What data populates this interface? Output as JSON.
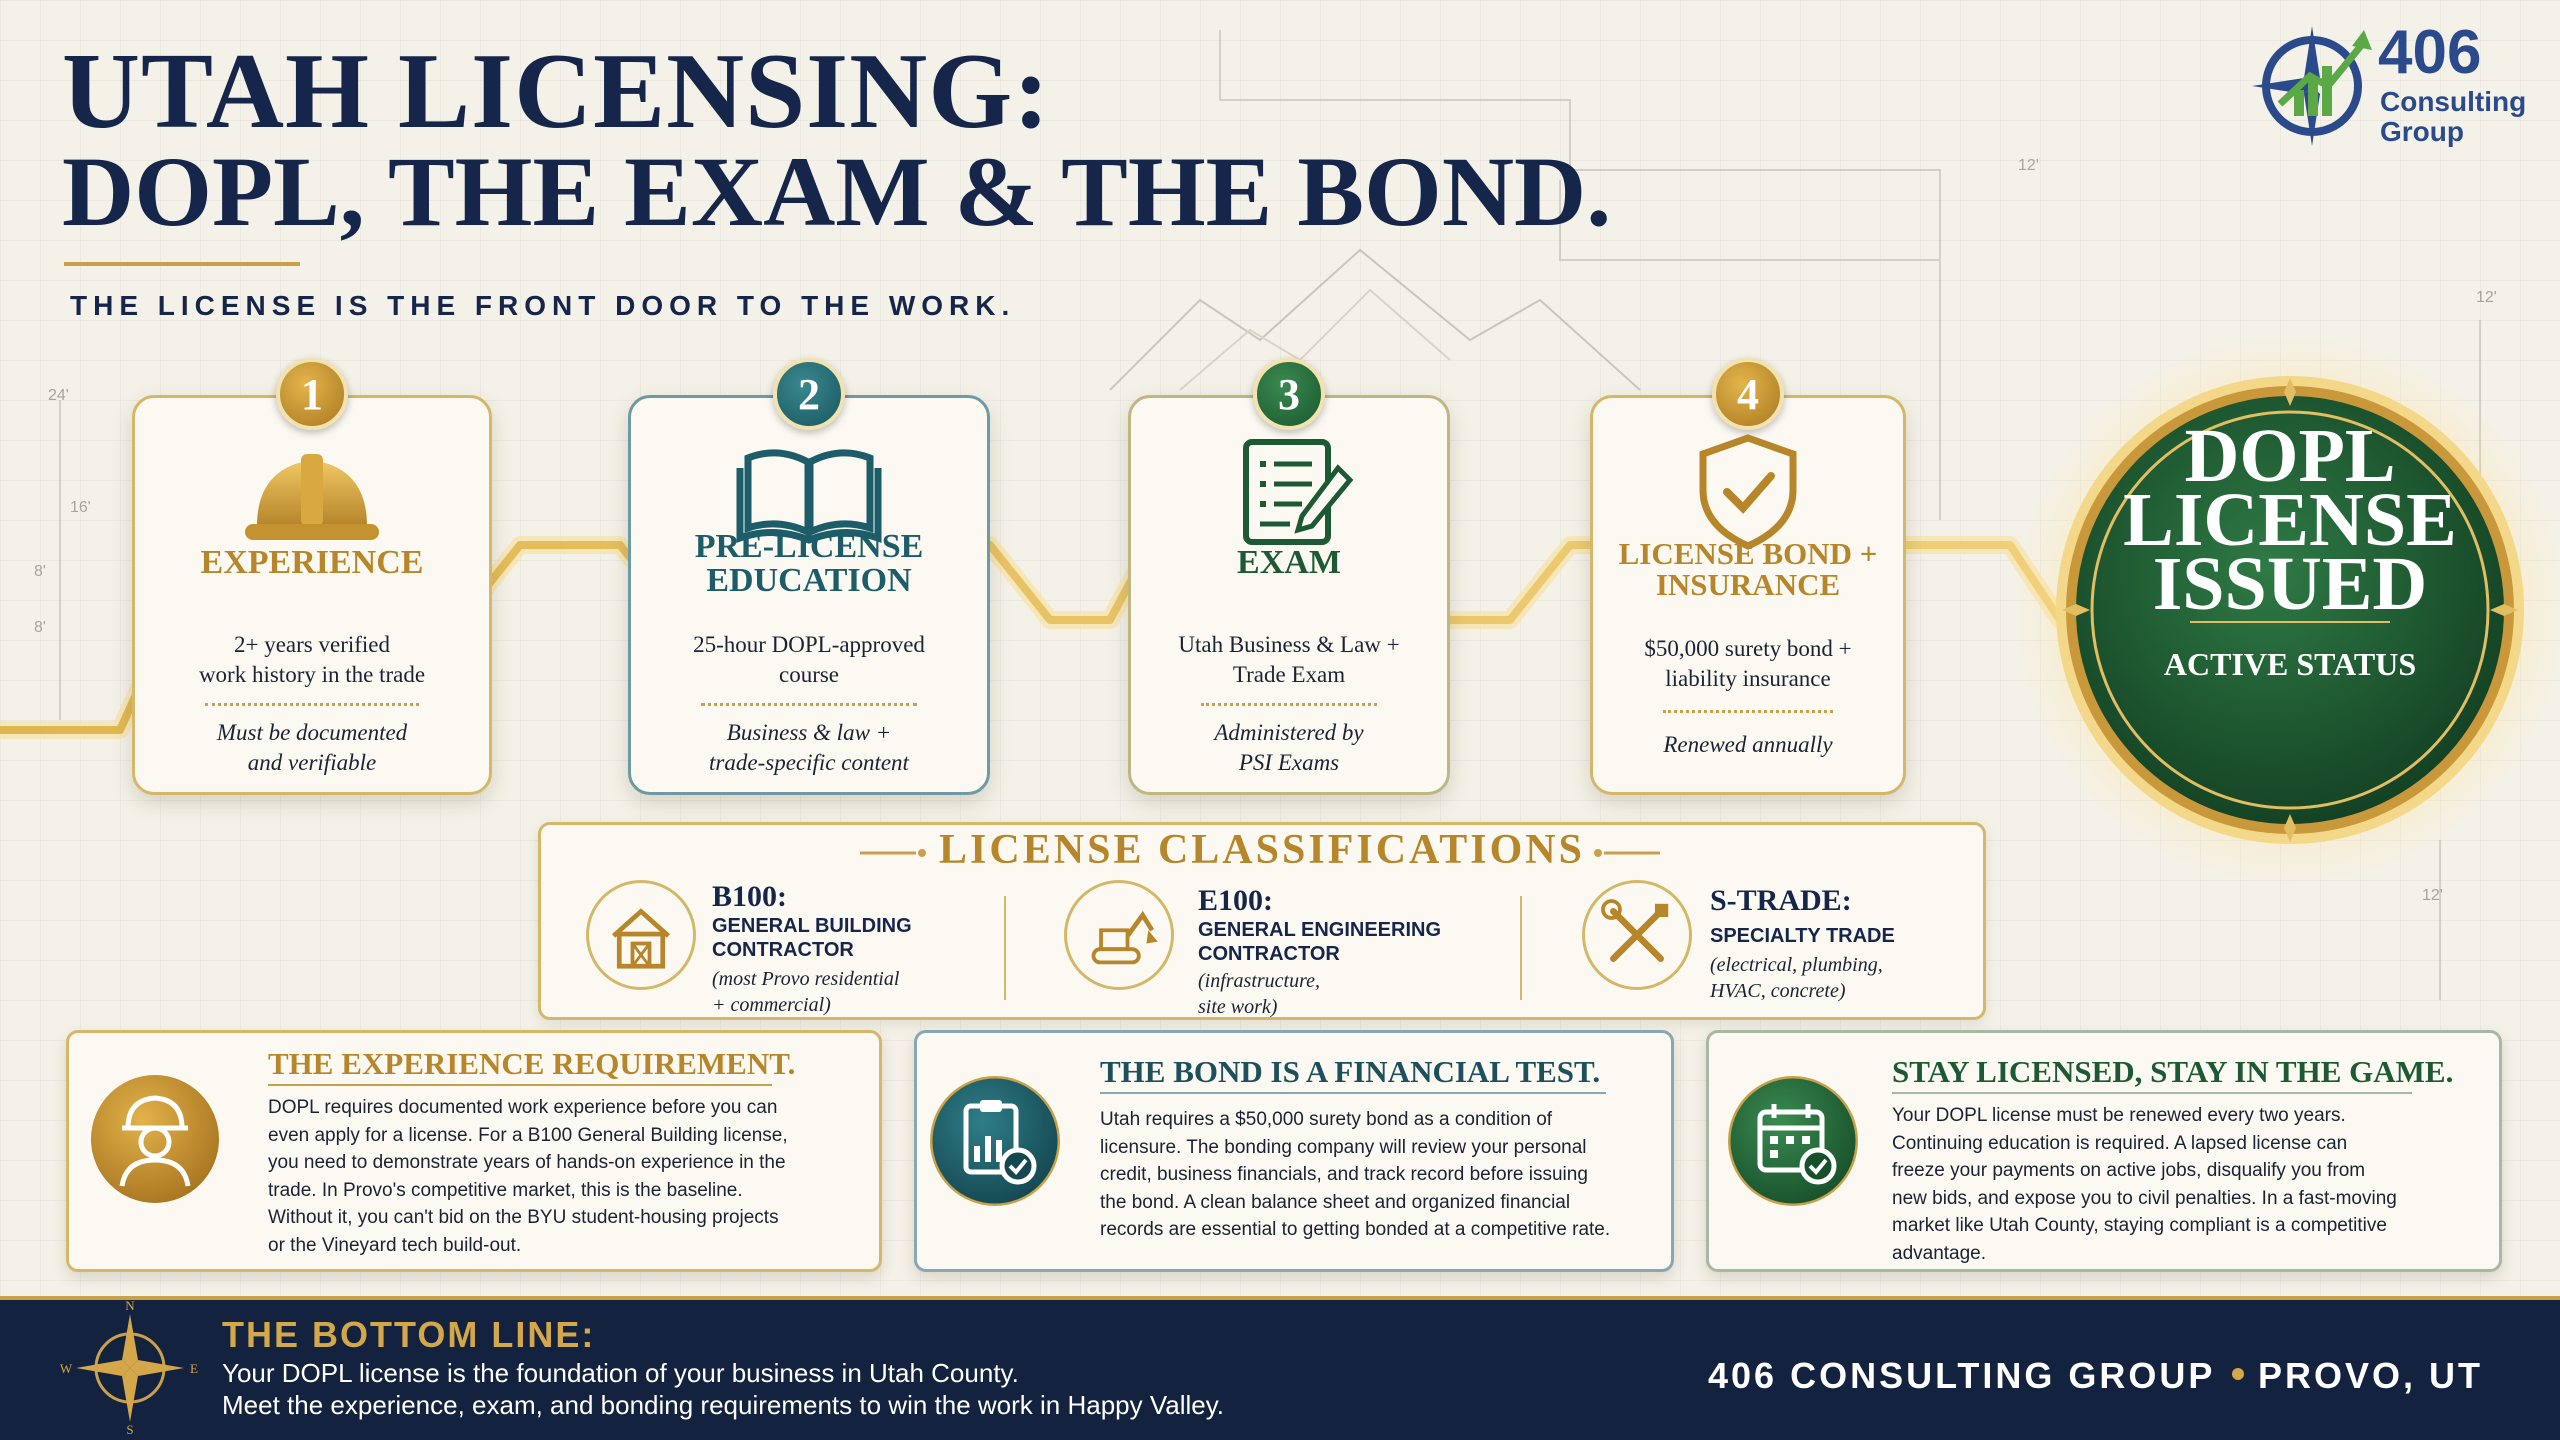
{
  "header": {
    "title_line1": "UTAH LICENSING:",
    "title_line2": "DOPL, THE EXAM & THE BOND.",
    "tagline": "THE LICENSE IS THE FRONT DOOR TO THE WORK."
  },
  "logo": {
    "number": "406",
    "line1": "Consulting",
    "line2": "Group"
  },
  "steps": [
    {
      "number": "1",
      "icon": "hard-hat-icon",
      "title_lines": [
        "EXPERIENCE"
      ],
      "desc_lines": [
        "2+ years verified",
        "work history in the trade"
      ],
      "note_lines": [
        "Must be documented",
        "and verifiable"
      ]
    },
    {
      "number": "2",
      "icon": "book-icon",
      "title_lines": [
        "PRE-LICENSE",
        "EDUCATION"
      ],
      "desc_lines": [
        "25-hour DOPL-approved",
        "course"
      ],
      "note_lines": [
        "Business & law +",
        "trade-specific content"
      ]
    },
    {
      "number": "3",
      "icon": "exam-sheet-icon",
      "title_lines": [
        "EXAM"
      ],
      "desc_lines": [
        "Utah Business & Law +",
        "Trade Exam"
      ],
      "note_lines": [
        "Administered by",
        "PSI Exams"
      ]
    },
    {
      "number": "4",
      "icon": "shield-check-icon",
      "title_lines": [
        "LICENSE BOND +",
        "INSURANCE"
      ],
      "desc_lines": [
        "$50,000 surety bond +",
        "liability insurance"
      ],
      "note_lines": [
        "Renewed annually"
      ]
    }
  ],
  "final_badge": {
    "line1": "DOPL",
    "line2": "LICENSE",
    "line3": "ISSUED",
    "status": "ACTIVE STATUS"
  },
  "classifications": {
    "heading": "LICENSE CLASSIFICATIONS",
    "items": [
      {
        "icon": "barn-icon",
        "code": "B100:",
        "name_lines": [
          "GENERAL BUILDING",
          "CONTRACTOR"
        ],
        "note_lines": [
          "(most Provo residential",
          "+ commercial)"
        ]
      },
      {
        "icon": "excavator-icon",
        "code": "E100:",
        "name_lines": [
          "GENERAL ENGINEERING",
          "CONTRACTOR"
        ],
        "note_lines": [
          "(infrastructure,",
          "site work)"
        ]
      },
      {
        "icon": "tools-icon",
        "code": "S-TRADE:",
        "name_lines": [
          "SPECIALTY TRADE"
        ],
        "note_lines": [
          "(electrical, plumbing,",
          "HVAC, concrete)"
        ]
      }
    ]
  },
  "panels": [
    {
      "icon": "worker-icon",
      "title": "THE EXPERIENCE REQUIREMENT.",
      "body_lines": [
        "DOPL requires documented work experience before you can",
        "even apply for a license. For a B100 General Building license,",
        "you need to demonstrate years of hands-on experience in the",
        "trade. In Provo's competitive market, this is the baseline.",
        "Without it, you can't bid on the BYU student-housing projects",
        "or the Vineyard tech build-out."
      ]
    },
    {
      "icon": "clipboard-chart-icon",
      "title": "THE BOND IS A FINANCIAL TEST.",
      "body_lines": [
        "Utah requires a $50,000 surety bond as a condition of",
        "licensure. The bonding company will review your personal",
        "credit, business financials, and track record before issuing",
        "the bond. A clean balance sheet and organized financial",
        "records are essential to getting bonded at a competitive rate."
      ]
    },
    {
      "icon": "calendar-check-icon",
      "title": "STAY LICENSED, STAY IN THE GAME.",
      "body_lines": [
        "Your DOPL license must be renewed every two years.",
        "Continuing education is required. A lapsed license can",
        "freeze your payments on active jobs, disqualify you from",
        "new bids, and expose you to civil penalties. In a fast-moving",
        "market like Utah County, staying compliant is a competitive",
        "advantage."
      ]
    }
  ],
  "bottom": {
    "title": "THE BOTTOM LINE:",
    "line1": "Your DOPL license is the foundation of your business in Utah County.",
    "line2": "Meet the experience, exam, and bonding requirements to win the work in Happy Valley.",
    "company": "406 CONSULTING GROUP",
    "city": "PROVO, UT",
    "compass": {
      "n": "N",
      "s": "S",
      "e": "E",
      "w": "W"
    }
  },
  "blueprint_marks": [
    "24'",
    "16'",
    "8'",
    "8'",
    "12'",
    "12'",
    "12'"
  ],
  "colors": {
    "navy": "#16264a",
    "gold": "#c9a14a",
    "teal": "#1d5c69",
    "green": "#1d5a33",
    "paper": "#f4f1e8"
  }
}
